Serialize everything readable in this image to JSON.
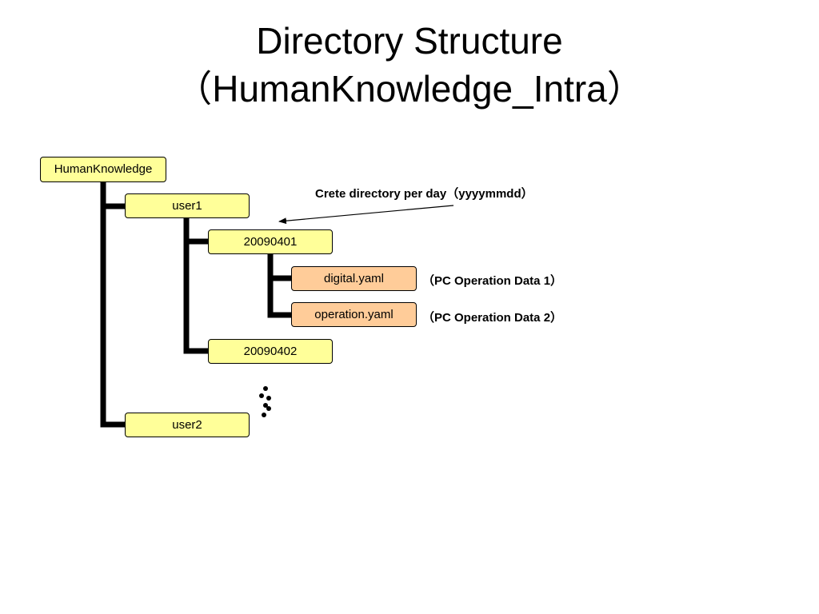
{
  "title": {
    "line1": "Directory Structure",
    "line2": "（HumanKnowledge_Intra）"
  },
  "tree": {
    "root": "HumanKnowledge",
    "user1": "user1",
    "dir1": "20090401",
    "file1": "digital.yaml",
    "file2": "operation.yaml",
    "dir2": "20090402",
    "user2": "user2"
  },
  "notes": {
    "per_day": "Crete directory per day（yyyymmdd）",
    "file1": "（PC Operation Data 1）",
    "file2": "（PC Operation Data 2）"
  },
  "colors": {
    "directory_fill": "#ffff99",
    "file_fill": "#ffcc99"
  }
}
